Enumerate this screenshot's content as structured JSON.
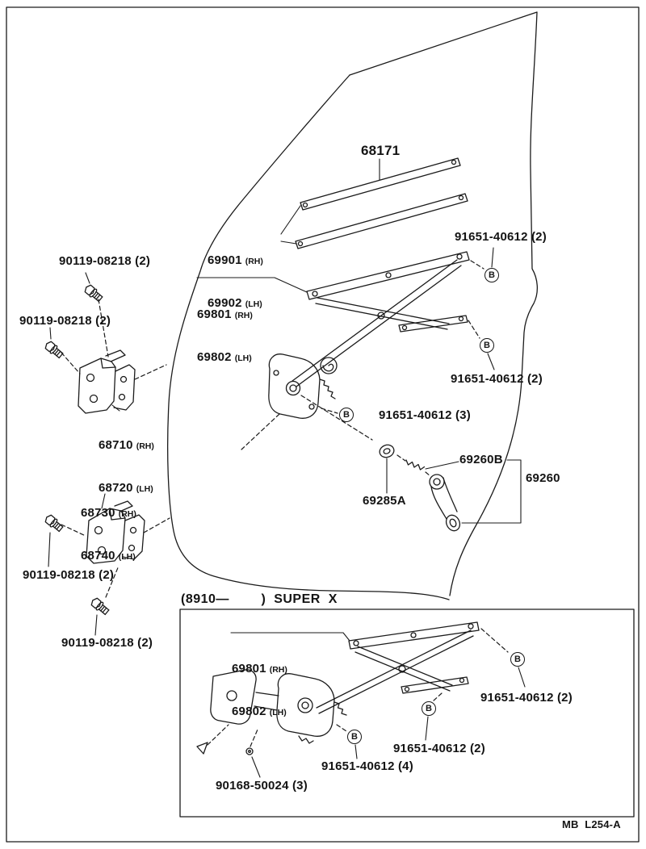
{
  "page": {
    "footer_code": "MB  L254-A",
    "marker_letter": "B"
  },
  "tags": {
    "rh": "(RH)",
    "lh": "(LH)"
  },
  "main_view": {
    "glass_run": "68171",
    "belt_channel": {
      "rh": "69901",
      "lh": "69902"
    },
    "regulator": {
      "rh": "69801",
      "lh": "69802"
    },
    "hinge_upper": {
      "rh": "68710",
      "lh": "68720"
    },
    "hinge_lower": {
      "rh": "68730",
      "lh": "68740"
    },
    "hinge_bolt": [
      "90119-08218 (2)",
      "90119-08218 (2)",
      "90119-08218 (2)",
      "90119-08218 (2)"
    ],
    "reg_bolt_upper": "91651-40612 (2)",
    "reg_bolt_lower": "91651-40612 (2)",
    "reg_bolt_mount": "91651-40612 (3)",
    "handle": "69260",
    "handle_spring": "69260B",
    "escutcheon": "69285A"
  },
  "inset": {
    "header": "(8910—        )  SUPER  X",
    "regulator": {
      "rh": "69801",
      "lh": "69802"
    },
    "reg_bolt_upper": "91651-40612 (2)",
    "reg_bolt_lower": "91651-40612 (2)",
    "reg_bolt_mount": "91651-40612 (4)",
    "motor_screw": "90168-50024 (3)"
  }
}
